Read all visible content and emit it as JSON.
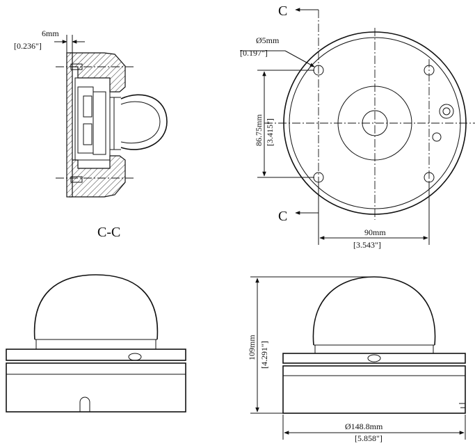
{
  "section_view": {
    "title": "C-C",
    "dim_wall_mm": "6mm",
    "dim_wall_in": "[0.236\"]"
  },
  "top_view": {
    "cut_label_top": "C",
    "cut_label_bottom": "C",
    "hole_dia_mm": "Ø5mm",
    "hole_dia_in": "[0.197\"]",
    "hole_spacing_v_mm": "86.75mm",
    "hole_spacing_v_in": "[3.415\"]",
    "hole_spacing_h_mm": "90mm",
    "hole_spacing_h_in": "[3.543\"]"
  },
  "front_view": {
    "height_mm": "109mm",
    "height_in": "[4.291\"]",
    "diameter_mm": "Ø148.8mm",
    "diameter_in": "[5.858\"]"
  }
}
